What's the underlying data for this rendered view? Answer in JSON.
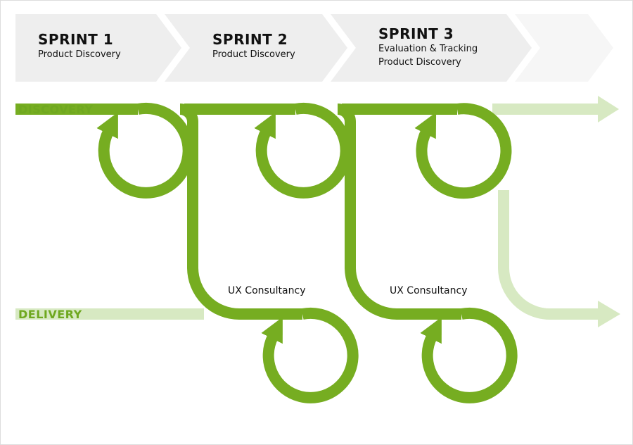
{
  "sprints": [
    {
      "title": "SPRINT 1",
      "subtitle_lines": [
        "Product Discovery"
      ]
    },
    {
      "title": "SPRINT 2",
      "subtitle_lines": [
        "Product Discovery"
      ]
    },
    {
      "title": "SPRINT 3",
      "subtitle_lines": [
        "Evaluation & Tracking",
        "Product Discovery"
      ]
    }
  ],
  "lanes": {
    "discovery": "DISCOVERY",
    "delivery": "DELIVERY"
  },
  "consultancy": [
    "UX Consultancy",
    "UX Consultancy"
  ],
  "colors": {
    "accent": "#76ad21",
    "accent_light": "#d7e9c2",
    "chevron": "#eeeeee",
    "chevron_faded": "#f6f6f6",
    "border": "#dddddd",
    "text": "#111111"
  }
}
